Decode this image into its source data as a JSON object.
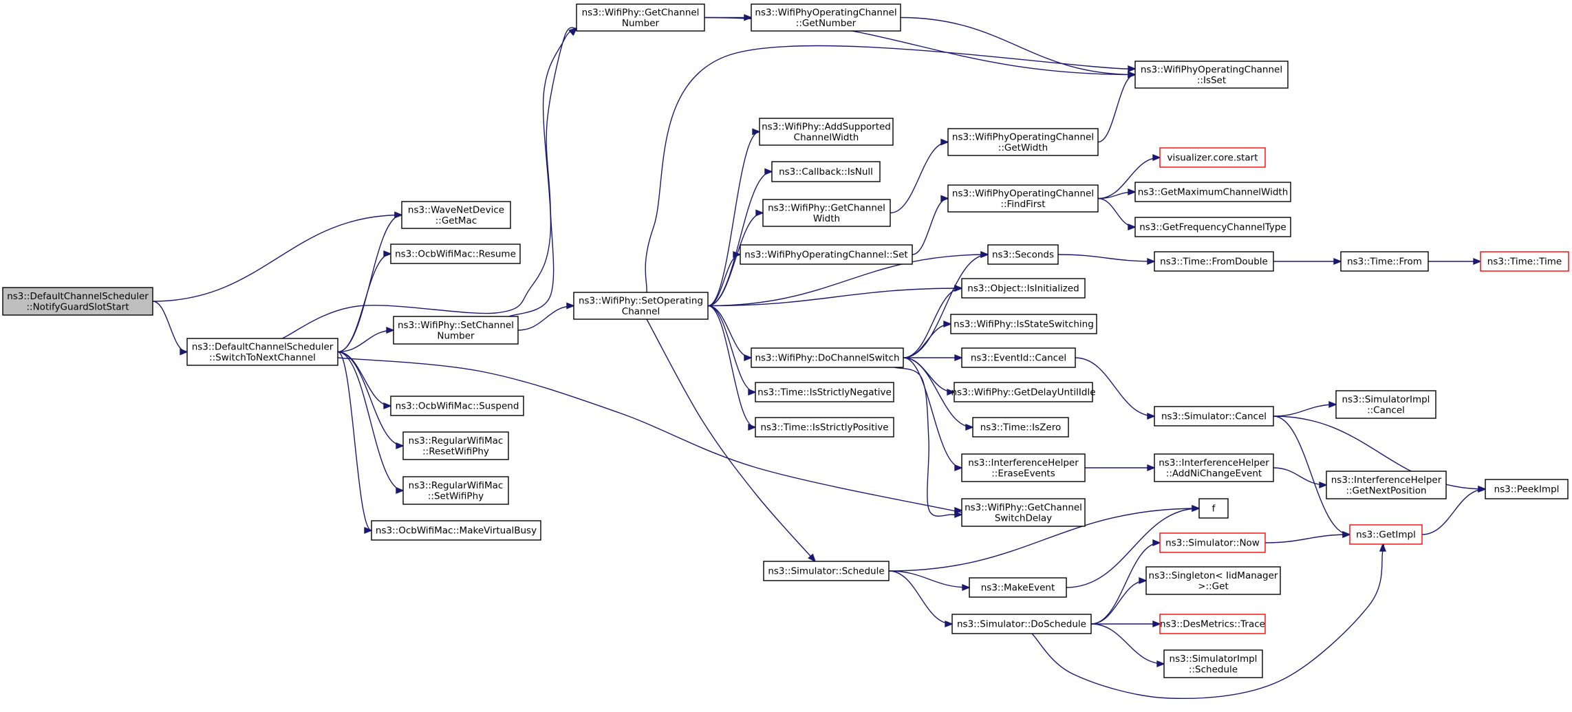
{
  "nodes": [
    {
      "id": "root",
      "lines": [
        "ns3::DefaultChannelScheduler",
        "::NotifyGuardSlotStart"
      ],
      "style": "root"
    },
    {
      "id": "switch",
      "lines": [
        "ns3::DefaultChannelScheduler",
        "::SwitchToNextChannel"
      ],
      "style": "normal"
    },
    {
      "id": "getmac",
      "lines": [
        "ns3::WaveNetDevice",
        "::GetMac"
      ],
      "style": "normal"
    },
    {
      "id": "resume",
      "lines": [
        "ns3::OcbWifiMac::Resume"
      ],
      "style": "normal"
    },
    {
      "id": "setchnum",
      "lines": [
        "ns3::WifiPhy::SetChannel",
        "Number"
      ],
      "style": "normal"
    },
    {
      "id": "suspend",
      "lines": [
        "ns3::OcbWifiMac::Suspend"
      ],
      "style": "normal"
    },
    {
      "id": "resetphy",
      "lines": [
        "ns3::RegularWifiMac",
        "::ResetWifiPhy"
      ],
      "style": "normal"
    },
    {
      "id": "setphy",
      "lines": [
        "ns3::RegularWifiMac",
        "::SetWifiPhy"
      ],
      "style": "normal"
    },
    {
      "id": "virtbusy",
      "lines": [
        "ns3::OcbWifiMac::MakeVirtualBusy"
      ],
      "style": "normal"
    },
    {
      "id": "getchnum",
      "lines": [
        "ns3::WifiPhy::GetChannel",
        "Number"
      ],
      "style": "normal"
    },
    {
      "id": "setopch",
      "lines": [
        "ns3::WifiPhy::SetOperating",
        "Channel"
      ],
      "style": "normal"
    },
    {
      "id": "opgetnum",
      "lines": [
        "ns3::WifiPhyOperatingChannel",
        "::GetNumber"
      ],
      "style": "normal"
    },
    {
      "id": "isset",
      "lines": [
        "ns3::WifiPhyOperatingChannel",
        "::IsSet"
      ],
      "style": "normal"
    },
    {
      "id": "addsup",
      "lines": [
        "ns3::WifiPhy::AddSupported",
        "ChannelWidth"
      ],
      "style": "normal"
    },
    {
      "id": "isnull",
      "lines": [
        "ns3::Callback::IsNull"
      ],
      "style": "normal"
    },
    {
      "id": "getchw",
      "lines": [
        "ns3::WifiPhy::GetChannel",
        "Width"
      ],
      "style": "normal"
    },
    {
      "id": "opset",
      "lines": [
        "ns3::WifiPhyOperatingChannel::Set"
      ],
      "style": "normal"
    },
    {
      "id": "opgetw",
      "lines": [
        "ns3::WifiPhyOperatingChannel",
        "::GetWidth"
      ],
      "style": "normal"
    },
    {
      "id": "findfirst",
      "lines": [
        "ns3::WifiPhyOperatingChannel",
        "::FindFirst"
      ],
      "style": "normal"
    },
    {
      "id": "viz",
      "lines": [
        "visualizer.core.start"
      ],
      "style": "trunc"
    },
    {
      "id": "getmaxw",
      "lines": [
        "ns3::GetMaximumChannelWidth"
      ],
      "style": "normal"
    },
    {
      "id": "getfreq",
      "lines": [
        "ns3::GetFrequencyChannelType"
      ],
      "style": "normal"
    },
    {
      "id": "seconds",
      "lines": [
        "ns3::Seconds"
      ],
      "style": "normal"
    },
    {
      "id": "fromdouble",
      "lines": [
        "ns3::Time::FromDouble"
      ],
      "style": "normal"
    },
    {
      "id": "from",
      "lines": [
        "ns3::Time::From"
      ],
      "style": "normal"
    },
    {
      "id": "timetime",
      "lines": [
        "ns3::Time::Time"
      ],
      "style": "trunc"
    },
    {
      "id": "isinit",
      "lines": [
        "ns3::Object::IsInitialized"
      ],
      "style": "normal"
    },
    {
      "id": "isstate",
      "lines": [
        "ns3::WifiPhy::IsStateSwitching"
      ],
      "style": "normal"
    },
    {
      "id": "dochsw",
      "lines": [
        "ns3::WifiPhy::DoChannelSwitch"
      ],
      "style": "normal"
    },
    {
      "id": "evcancel",
      "lines": [
        "ns3::EventId::Cancel"
      ],
      "style": "normal"
    },
    {
      "id": "delayidle",
      "lines": [
        "ns3::WifiPhy::GetDelayUntilIdle"
      ],
      "style": "normal"
    },
    {
      "id": "iszero",
      "lines": [
        "ns3::Time::IsZero"
      ],
      "style": "normal"
    },
    {
      "id": "erase",
      "lines": [
        "ns3::InterferenceHelper",
        "::EraseEvents"
      ],
      "style": "normal"
    },
    {
      "id": "swdelay",
      "lines": [
        "ns3::WifiPhy::GetChannel",
        "SwitchDelay"
      ],
      "style": "normal"
    },
    {
      "id": "strneg",
      "lines": [
        "ns3::Time::IsStrictlyNegative"
      ],
      "style": "normal"
    },
    {
      "id": "strpos",
      "lines": [
        "ns3::Time::IsStrictlyPositive"
      ],
      "style": "normal"
    },
    {
      "id": "simcancel",
      "lines": [
        "ns3::Simulator::Cancel"
      ],
      "style": "normal"
    },
    {
      "id": "implcancel",
      "lines": [
        "ns3::SimulatorImpl",
        "::Cancel"
      ],
      "style": "normal"
    },
    {
      "id": "addni",
      "lines": [
        "ns3::InterferenceHelper",
        "::AddNiChangeEvent"
      ],
      "style": "normal"
    },
    {
      "id": "nextpos",
      "lines": [
        "ns3::InterferenceHelper",
        "::GetNextPosition"
      ],
      "style": "normal"
    },
    {
      "id": "peekimpl",
      "lines": [
        "ns3::PeekImpl"
      ],
      "style": "normal"
    },
    {
      "id": "getimpl",
      "lines": [
        "ns3::GetImpl"
      ],
      "style": "trunc"
    },
    {
      "id": "f",
      "lines": [
        "f"
      ],
      "style": "normal"
    },
    {
      "id": "schedule",
      "lines": [
        "ns3::Simulator::Schedule"
      ],
      "style": "normal"
    },
    {
      "id": "makeevent",
      "lines": [
        "ns3::MakeEvent"
      ],
      "style": "normal"
    },
    {
      "id": "simnow",
      "lines": [
        "ns3::Simulator::Now"
      ],
      "style": "trunc"
    },
    {
      "id": "singleton",
      "lines": [
        "ns3::Singleton< IidManager",
        ">::Get"
      ],
      "style": "normal"
    },
    {
      "id": "dosched",
      "lines": [
        "ns3::Simulator::DoSchedule"
      ],
      "style": "normal"
    },
    {
      "id": "destrace",
      "lines": [
        "ns3::DesMetrics::Trace"
      ],
      "style": "trunc"
    },
    {
      "id": "implsched",
      "lines": [
        "ns3::SimulatorImpl",
        "::Schedule"
      ],
      "style": "normal"
    }
  ],
  "edges": [
    [
      "root",
      "getmac"
    ],
    [
      "root",
      "switch"
    ],
    [
      "switch",
      "getmac"
    ],
    [
      "switch",
      "resume"
    ],
    [
      "switch",
      "getchnum"
    ],
    [
      "switch",
      "setchnum"
    ],
    [
      "switch",
      "suspend"
    ],
    [
      "switch",
      "resetphy"
    ],
    [
      "switch",
      "setphy"
    ],
    [
      "switch",
      "virtbusy"
    ],
    [
      "switch",
      "swdelay"
    ],
    [
      "setchnum",
      "getchnum"
    ],
    [
      "setchnum",
      "setopch"
    ],
    [
      "getchnum",
      "opgetnum"
    ],
    [
      "getchnum",
      "isset"
    ],
    [
      "opgetnum",
      "isset"
    ],
    [
      "setopch",
      "isset"
    ],
    [
      "setopch",
      "addsup"
    ],
    [
      "setopch",
      "isnull"
    ],
    [
      "setopch",
      "getchw"
    ],
    [
      "setopch",
      "opset"
    ],
    [
      "setopch",
      "seconds"
    ],
    [
      "setopch",
      "isinit"
    ],
    [
      "setopch",
      "dochsw"
    ],
    [
      "setopch",
      "strneg"
    ],
    [
      "setopch",
      "strpos"
    ],
    [
      "setopch",
      "schedule"
    ],
    [
      "getchw",
      "opgetw"
    ],
    [
      "opgetw",
      "isset"
    ],
    [
      "opset",
      "findfirst"
    ],
    [
      "findfirst",
      "viz"
    ],
    [
      "findfirst",
      "getmaxw"
    ],
    [
      "findfirst",
      "getfreq"
    ],
    [
      "seconds",
      "fromdouble"
    ],
    [
      "fromdouble",
      "from"
    ],
    [
      "from",
      "timetime"
    ],
    [
      "dochsw",
      "seconds"
    ],
    [
      "dochsw",
      "isinit"
    ],
    [
      "dochsw",
      "isstate"
    ],
    [
      "dochsw",
      "evcancel"
    ],
    [
      "dochsw",
      "delayidle"
    ],
    [
      "dochsw",
      "iszero"
    ],
    [
      "dochsw",
      "erase"
    ],
    [
      "dochsw",
      "swdelay"
    ],
    [
      "evcancel",
      "simcancel"
    ],
    [
      "simcancel",
      "implcancel"
    ],
    [
      "simcancel",
      "peekimpl"
    ],
    [
      "simcancel",
      "getimpl"
    ],
    [
      "erase",
      "addni"
    ],
    [
      "addni",
      "nextpos"
    ],
    [
      "getimpl",
      "peekimpl"
    ],
    [
      "schedule",
      "f"
    ],
    [
      "schedule",
      "makeevent"
    ],
    [
      "schedule",
      "dosched"
    ],
    [
      "makeevent",
      "f"
    ],
    [
      "dosched",
      "simnow"
    ],
    [
      "dosched",
      "singleton"
    ],
    [
      "dosched",
      "destrace"
    ],
    [
      "dosched",
      "implsched"
    ],
    [
      "dosched",
      "getimpl"
    ],
    [
      "simnow",
      "getimpl"
    ]
  ]
}
